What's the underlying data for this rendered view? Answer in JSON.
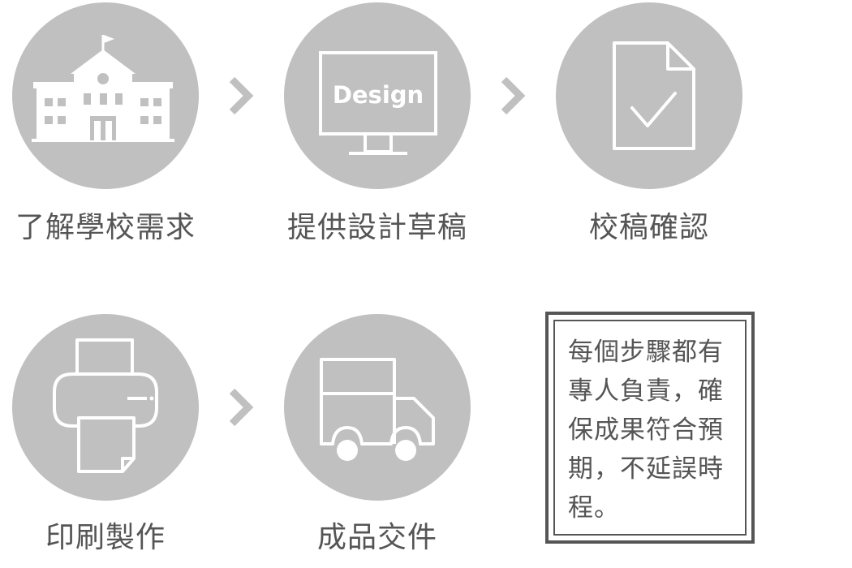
{
  "steps": [
    {
      "label": "了解學校需求",
      "icon": "school-building-icon"
    },
    {
      "label": "提供設計草稿",
      "icon": "design-monitor-icon",
      "screen_text": "Design"
    },
    {
      "label": "校稿確認",
      "icon": "document-check-icon"
    },
    {
      "label": "印刷製作",
      "icon": "printer-icon"
    },
    {
      "label": "成品交件",
      "icon": "delivery-truck-icon"
    }
  ],
  "note": {
    "text": "每個步驟都有專人負責，確保成果符合預期，不延誤時程。"
  },
  "colors": {
    "circle": "#c0c0c0",
    "icon": "#ffffff",
    "arrow": "#c0c0c0",
    "text": "#555555"
  }
}
